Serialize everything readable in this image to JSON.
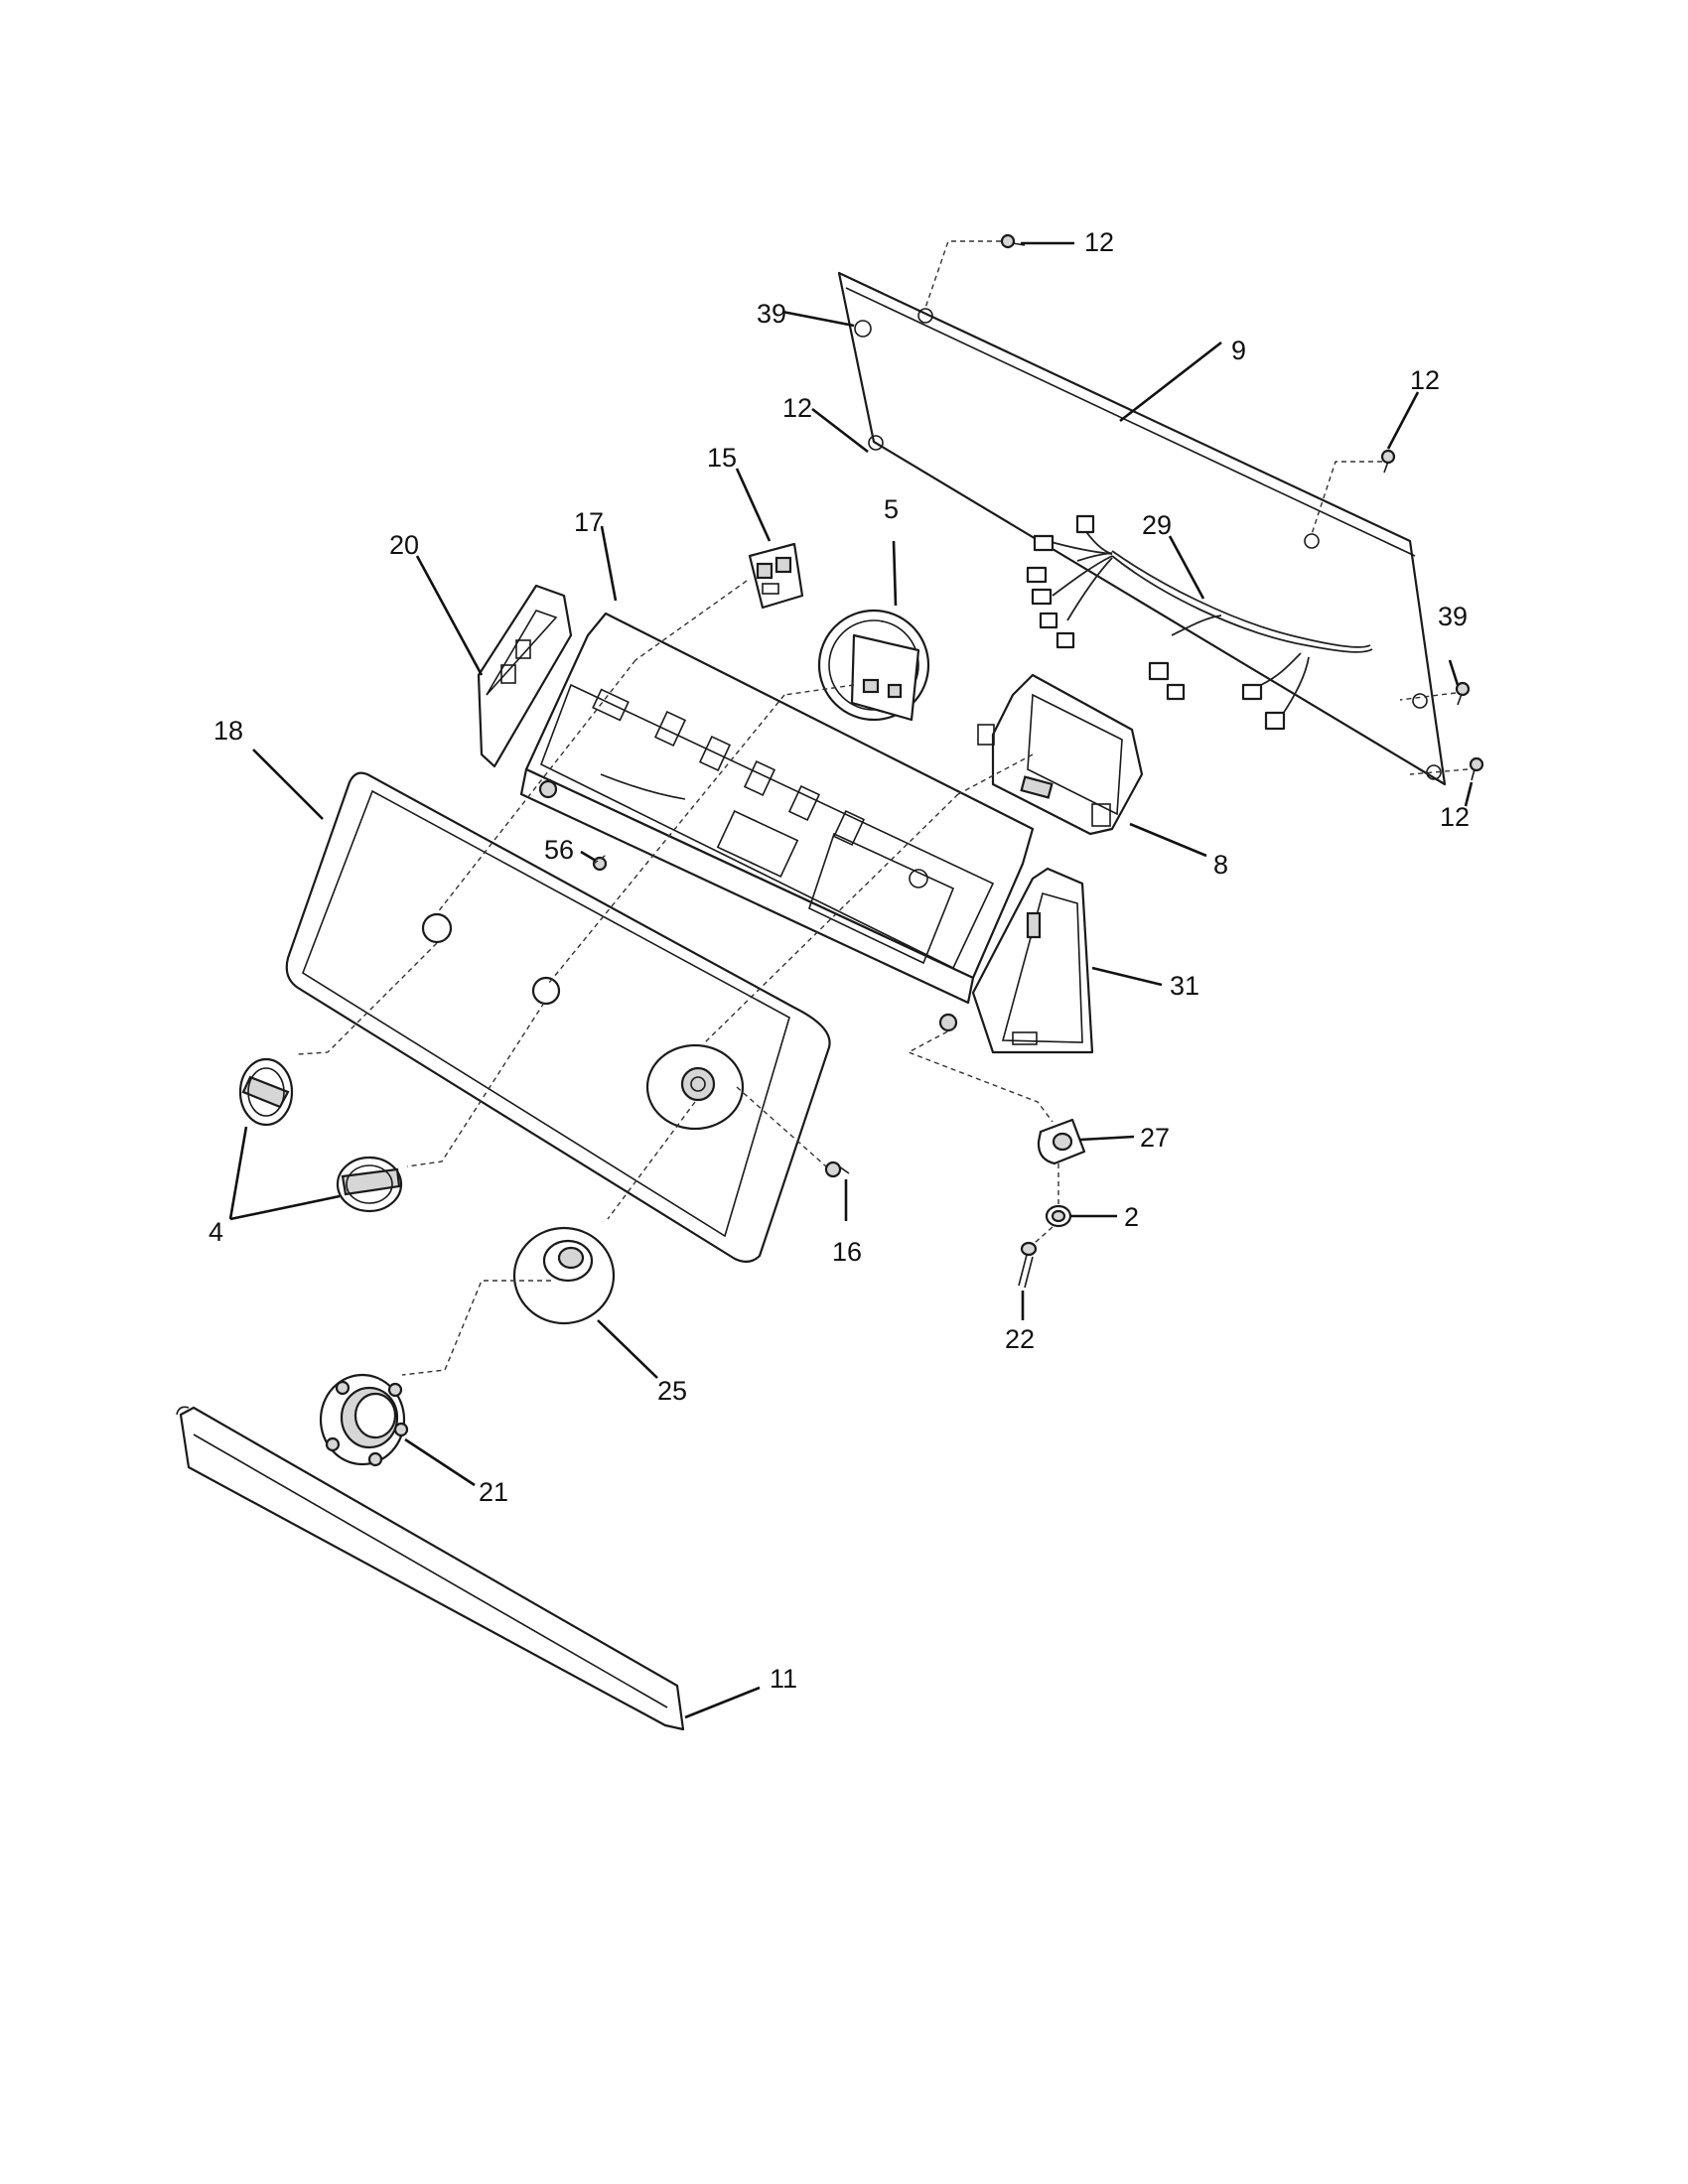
{
  "diagram": {
    "callouts": {
      "c2": "2",
      "c4": "4",
      "c5": "5",
      "c8": "8",
      "c9": "9",
      "c11": "11",
      "c12a": "12",
      "c12b": "12",
      "c12c": "12",
      "c12d": "12",
      "c15": "15",
      "c16": "16",
      "c17": "17",
      "c18": "18",
      "c20": "20",
      "c21": "21",
      "c22": "22",
      "c25": "25",
      "c27": "27",
      "c29": "29",
      "c31": "31",
      "c39a": "39",
      "c39b": "39",
      "c56": "56"
    }
  }
}
